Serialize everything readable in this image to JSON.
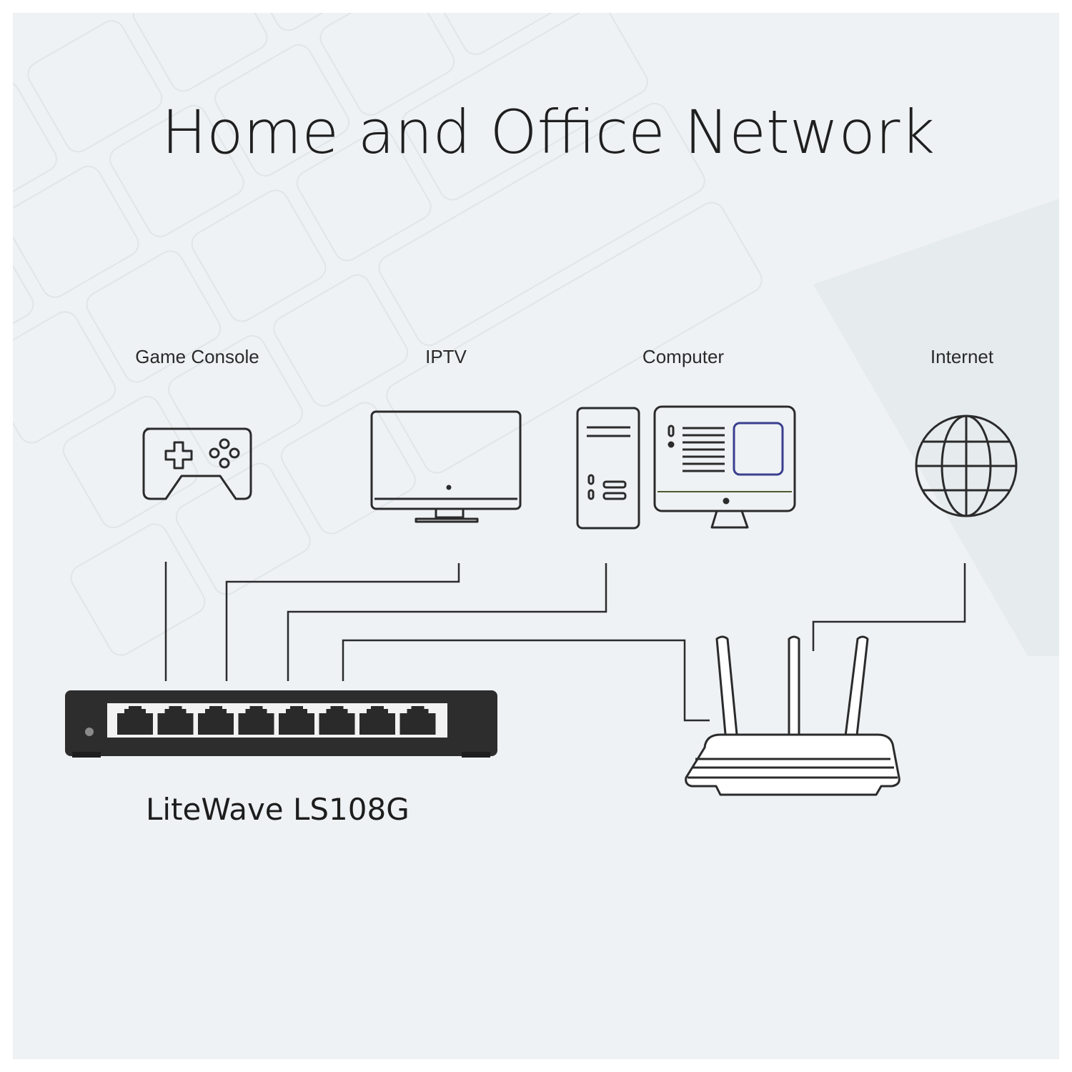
{
  "title": "Home and Office Network",
  "devices": [
    {
      "id": "game-console",
      "label": "Game Console",
      "icon": "gamepad-icon"
    },
    {
      "id": "iptv",
      "label": "IPTV",
      "icon": "monitor-icon"
    },
    {
      "id": "computer",
      "label": "Computer",
      "icon": "desktop-computer-icon"
    },
    {
      "id": "internet",
      "label": "Internet",
      "icon": "globe-icon"
    }
  ],
  "switch": {
    "name": "LiteWave LS108G",
    "ports": 8,
    "icon": "network-switch-icon"
  },
  "router": {
    "icon": "wifi-router-icon"
  },
  "colors": {
    "background": "#eef2f4",
    "lines": "#2b2b2b",
    "switch_body": "#2d2d2d",
    "accent": "#3a3f8f"
  }
}
